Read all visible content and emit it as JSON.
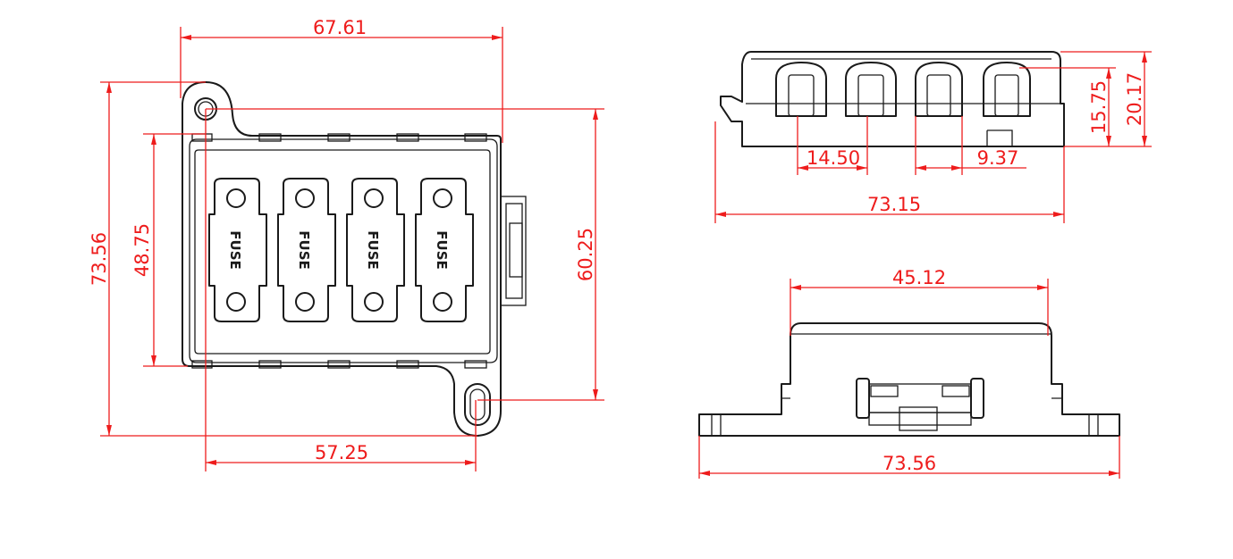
{
  "top_view": {
    "dims": {
      "width_overall": "67.61",
      "height_overall": "73.56",
      "height_body": "48.75",
      "hole_vertical": "60.25",
      "hole_horizontal": "57.25"
    },
    "fuse_label": "FUSE"
  },
  "side_view": {
    "dims": {
      "pitch_a": "14.50",
      "pitch_b": "9.37",
      "length": "73.15",
      "height_a": "15.75",
      "height_b": "20.17"
    }
  },
  "front_view": {
    "dims": {
      "top_width": "45.12",
      "base_width": "73.56"
    }
  },
  "colors": {
    "dimension": "#ee1c1c",
    "outline": "#1a1a1a"
  }
}
